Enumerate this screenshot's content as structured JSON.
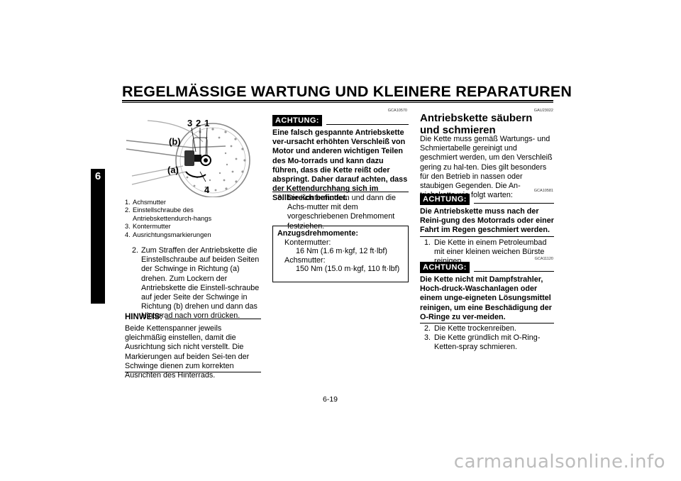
{
  "header": {
    "title": "REGELMÄSSIGE WARTUNG UND KLEINERE REPARATUREN"
  },
  "chapter": "6",
  "figure": {
    "labels": {
      "n3": "3",
      "n2": "2",
      "n1": "1",
      "n4": "4",
      "b": "(b)",
      "a": "(a)"
    }
  },
  "legend": [
    {
      "num": "1.",
      "text": "Achsmutter"
    },
    {
      "num": "2.",
      "text": "Einstellschraube des Antriebskettendurch-hangs"
    },
    {
      "num": "3.",
      "text": "Kontermutter"
    },
    {
      "num": "4.",
      "text": "Ausrichtungsmarkierungen"
    }
  ],
  "left": {
    "step2_num": "2.",
    "step2_text": "Zum Straffen der Antriebskette die Einstellschraube auf beiden Seiten der Schwinge in Richtung (a) drehen. Zum Lockern der Antriebskette die Einstell-schraube auf jeder Seite der Schwinge in Richtung (b) drehen und dann das Hinterrad nach vorn drücken.",
    "note_title": "HINWEIS:",
    "note_text": "Beide Kettenspanner jeweils gleichmäßig einstellen, damit die Ausrichtung sich nicht verstellt. Die Markierungen auf beiden Sei-ten der Schwinge dienen zum korrekten Ausrichten des Hinterrads."
  },
  "middle": {
    "code": "GCA10570",
    "warn_label": "ACHTUNG:",
    "warn_text": "Eine falsch gespannte Antriebskette ver-ursacht erhöhten Verschleiß von Motor und anderen wichtigen Teilen des Mo-torrads und kann dazu führen, dass die Kette reißt oder abspringt. Daher darauf achten, dass der Kettendurchhang sich im Sollbereich befindet.",
    "step3_num": "3.",
    "step3_text": "Die Kontermuttern und dann die Achs-mutter mit dem vorgeschriebenen Drehmoment festziehen.",
    "torque": {
      "title": "Anzugsdrehmomente:",
      "l1": "Kontermutter:",
      "v1": "16 Nm (1.6 m·kgf, 12 ft·lbf)",
      "l2": "Achsmutter:",
      "v2": "150 Nm (15.0 m·kgf, 110 ft·lbf)"
    }
  },
  "right": {
    "code1": "GAU23022",
    "section_title": "Antriebskette säubern und schmieren",
    "intro": "Die Kette muss gemäß Wartungs- und Schmiertabelle gereinigt und geschmiert werden, um den Verschleiß gering zu hal-ten. Dies gilt besonders für den Betrieb in nassen oder staubigen Gegenden. Die An-triebskette wie folgt warten:",
    "code2": "GCA10581",
    "warn1_label": "ACHTUNG:",
    "warn1_text": "Die Antriebskette muss nach der Reini-gung des Motorrads oder einer Fahrt im Regen geschmiert werden.",
    "step1_num": "1.",
    "step1_text": "Die Kette in einem Petroleumbad mit einer kleinen weichen Bürste reinigen.",
    "code3": "GCA11120",
    "warn2_label": "ACHTUNG:",
    "warn2_text": "Die Kette nicht mit Dampfstrahler, Hoch-druck-Waschanlagen oder einem unge-eigneten Lösungsmittel reinigen, um eine Beschädigung der O-Ringe zu ver-meiden.",
    "step2_num": "2.",
    "step2_text": "Die Kette trockenreiben.",
    "step3_num": "3.",
    "step3_text": "Die Kette gründlich mit O-Ring-Ketten-spray schmieren."
  },
  "page_number": "6-19",
  "watermark": "carmanualsonline.info"
}
